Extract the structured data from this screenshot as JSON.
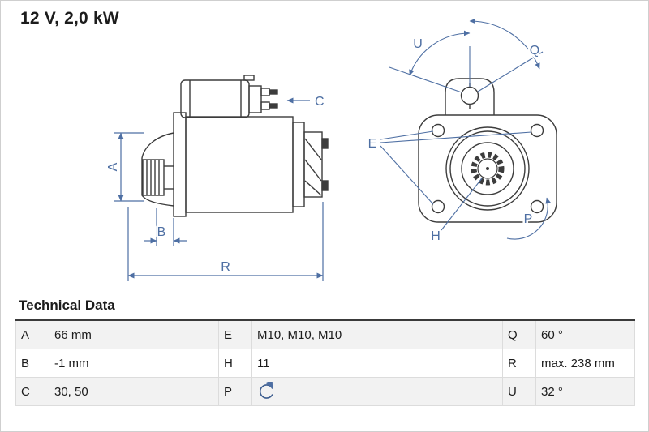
{
  "title": "12 V, 2,0 kW",
  "section": {
    "header": "Technical Data"
  },
  "table": {
    "rows": [
      {
        "cols": [
          {
            "label": "A",
            "value": "66 mm"
          },
          {
            "label": "E",
            "value": "M10, M10, M10"
          },
          {
            "label": "Q",
            "value": "60 °"
          }
        ]
      },
      {
        "cols": [
          {
            "label": "B",
            "value": "-1 mm"
          },
          {
            "label": "H",
            "value": "11"
          },
          {
            "label": "R",
            "value": "max. 238 mm"
          }
        ]
      },
      {
        "cols": [
          {
            "label": "C",
            "value": "30, 50"
          },
          {
            "label": "P",
            "value": "",
            "icon": "rotation-direction-icon"
          },
          {
            "label": "U",
            "value": "32 °"
          }
        ]
      }
    ]
  },
  "diagram": {
    "labels": {
      "A": "A",
      "B": "B",
      "C": "C",
      "R": "R",
      "U": "U",
      "Q": "Q",
      "E": "E",
      "H": "H",
      "P": "P"
    }
  },
  "colors": {
    "annotation_blue": "#4e6fa3",
    "drawing_dark": "#3c3c3c",
    "table_stripe": "#f2f2f2"
  }
}
